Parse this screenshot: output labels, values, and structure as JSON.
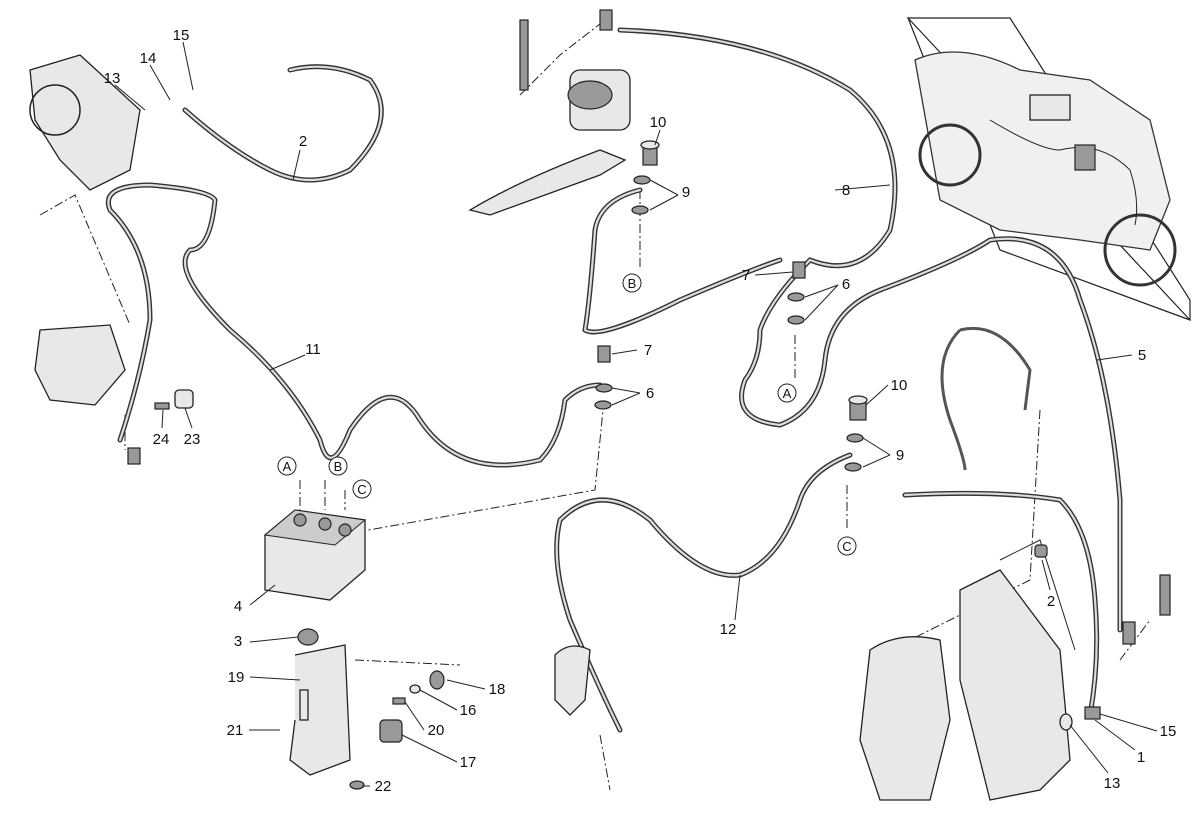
{
  "title": "Brake system (ABS) exploded parts diagram",
  "callouts": {
    "c15a": "15",
    "c14": "14",
    "c13a": "13",
    "c2a": "2",
    "c10a": "10",
    "c9a": "9",
    "c8": "8",
    "c7a": "7",
    "c6a": "6",
    "c11": "11",
    "c7b": "7",
    "c6b": "6",
    "c5": "5",
    "c10b": "10",
    "c9b": "9",
    "c24": "24",
    "c23": "23",
    "c4": "4",
    "c12": "12",
    "c2b": "2",
    "c3": "3",
    "c19": "19",
    "c18": "18",
    "c16": "16",
    "c20": "20",
    "c21": "21",
    "c17": "17",
    "c22": "22",
    "c15b": "15",
    "c1": "1",
    "c13b": "13"
  },
  "connection_markers": {
    "b_upper": "B",
    "a_mid": "A",
    "c_right": "C",
    "a_abs": "A",
    "b_abs": "B",
    "c_abs": "C"
  }
}
